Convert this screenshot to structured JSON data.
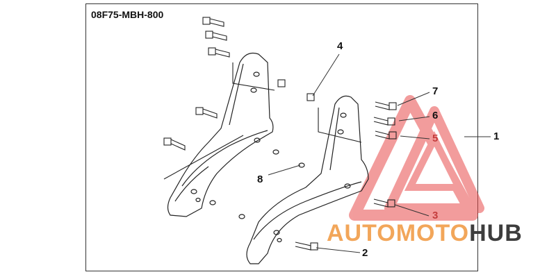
{
  "diagram": {
    "part_code": "08F75-MBH-800",
    "callouts": [
      {
        "id": "c1",
        "label": "1",
        "color": "#111111"
      },
      {
        "id": "c2",
        "label": "2",
        "color": "#111111"
      },
      {
        "id": "c3",
        "label": "3",
        "color": "#c43c3c"
      },
      {
        "id": "c4",
        "label": "4",
        "color": "#111111"
      },
      {
        "id": "c5",
        "label": "5",
        "color": "#c43c3c"
      },
      {
        "id": "c6",
        "label": "6",
        "color": "#111111"
      },
      {
        "id": "c7",
        "label": "7",
        "color": "#111111"
      },
      {
        "id": "c8",
        "label": "8",
        "color": "#111111"
      }
    ]
  },
  "watermark": {
    "parts": [
      {
        "text": "AUTO",
        "color": "#f2a65a"
      },
      {
        "text": "MOTO",
        "color": "#f2a65a"
      },
      {
        "text": "HUB",
        "color": "#3d3d3d"
      }
    ],
    "logo_color": "#e84c4c"
  }
}
